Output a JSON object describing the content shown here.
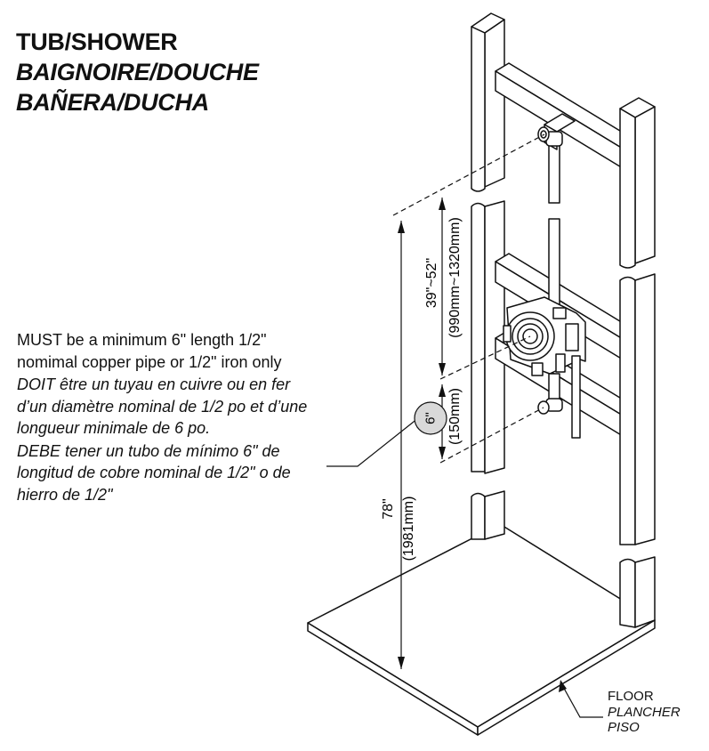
{
  "title": {
    "en": "TUB/SHOWER",
    "fr": "BAIGNOIRE/DOUCHE",
    "es": "BAÑERA/DUCHA"
  },
  "note": {
    "en": "MUST be a minimum 6\" length 1/2\" nomimal copper pipe or 1/2\" iron only",
    "fr": "DOIT être un tuyau en cuivre ou en fer d’un diamètre nominal de 1/2 po et d’une longueur minimale de 6 po.",
    "es": "DEBE tener un tubo de mínimo 6\" de longitud de cobre nominal de 1/2\" o de hierro de 1/2\""
  },
  "dimensions": {
    "overall_imperial": "78\"",
    "overall_metric": "(1981mm)",
    "head_imperial": "39\"~52\"",
    "head_metric": "(990mm~1320mm)",
    "spout_imperial": "6\"",
    "spout_metric": "(150mm)"
  },
  "floor": {
    "en": "FLOOR",
    "fr": "PLANCHER",
    "es": "PISO"
  }
}
